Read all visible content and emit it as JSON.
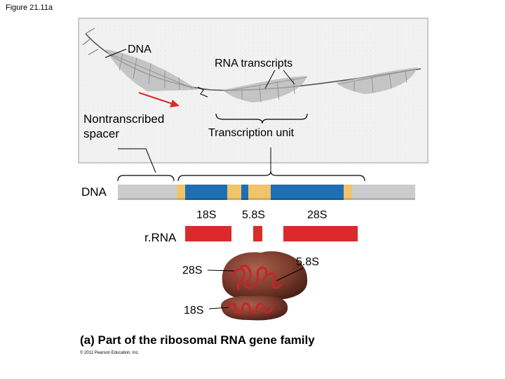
{
  "figure_id": "Figure 21.11a",
  "micrograph": {
    "dna_label": "DNA",
    "rna_transcripts_label": "RNA transcripts",
    "spacer_label_line1": "Nontranscribed",
    "spacer_label_line2": "spacer",
    "transcription_unit_label": "Transcription unit"
  },
  "gene_map": {
    "dna_label": "DNA",
    "segments": [
      {
        "type": "spacer",
        "color": "#cccccc"
      },
      {
        "type": "flank",
        "color": "#f2c469"
      },
      {
        "type": "coding",
        "name": "18S",
        "color": "#1f6fb4"
      },
      {
        "type": "flank",
        "color": "#f2c469"
      },
      {
        "type": "coding",
        "name": "5.8S",
        "color": "#1f6fb4"
      },
      {
        "type": "flank",
        "color": "#f2c469"
      },
      {
        "type": "coding",
        "name": "28S",
        "color": "#1f6fb4"
      },
      {
        "type": "flank",
        "color": "#f2c469"
      },
      {
        "type": "spacer",
        "color": "#cccccc"
      }
    ]
  },
  "rrna": {
    "label": "r.RNA",
    "products": [
      {
        "name": "18S",
        "color": "#dc2a2a"
      },
      {
        "name": "5.8S",
        "color": "#dc2a2a"
      },
      {
        "name": "28S",
        "color": "#dc2a2a"
      }
    ]
  },
  "ribosome": {
    "label_28s": "28S",
    "label_58s": "5.8S",
    "label_18s": "18S",
    "body_color": "#7a3a2c",
    "rna_color": "#c8232a"
  },
  "caption": "(a) Part of the ribosomal RNA gene family",
  "copyright": "© 2011 Pearson Education, Inc."
}
